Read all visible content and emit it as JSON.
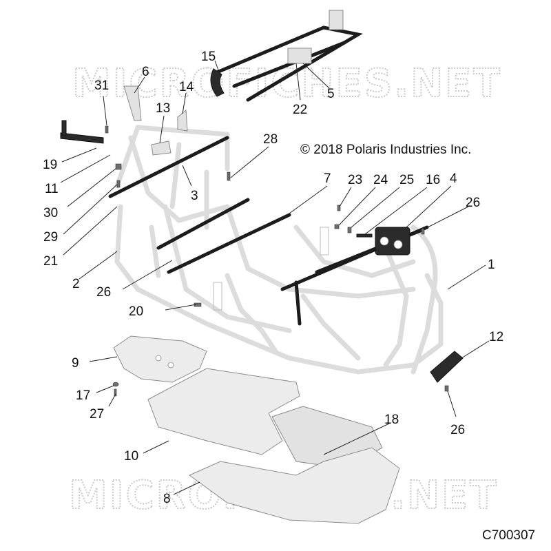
{
  "copyright": "© 2018 Polaris Industries Inc.",
  "diagram_code": "C700307",
  "watermarks": [
    "MICROFICHES.NET",
    "MICROFICHES.NET"
  ],
  "colors": {
    "frame": "#dcdcdc",
    "part": "#2b2b2b",
    "plate": "#ececec",
    "text": "#111111",
    "watermark": "#c9c9c9"
  },
  "callouts": [
    "1",
    "2",
    "3",
    "4",
    "5",
    "6",
    "7",
    "8",
    "9",
    "10",
    "11",
    "12",
    "13",
    "14",
    "15",
    "16",
    "17",
    "18",
    "19",
    "20",
    "21",
    "22",
    "23",
    "24",
    "25",
    "26",
    "26",
    "26",
    "27",
    "28",
    "29",
    "30",
    "31"
  ]
}
